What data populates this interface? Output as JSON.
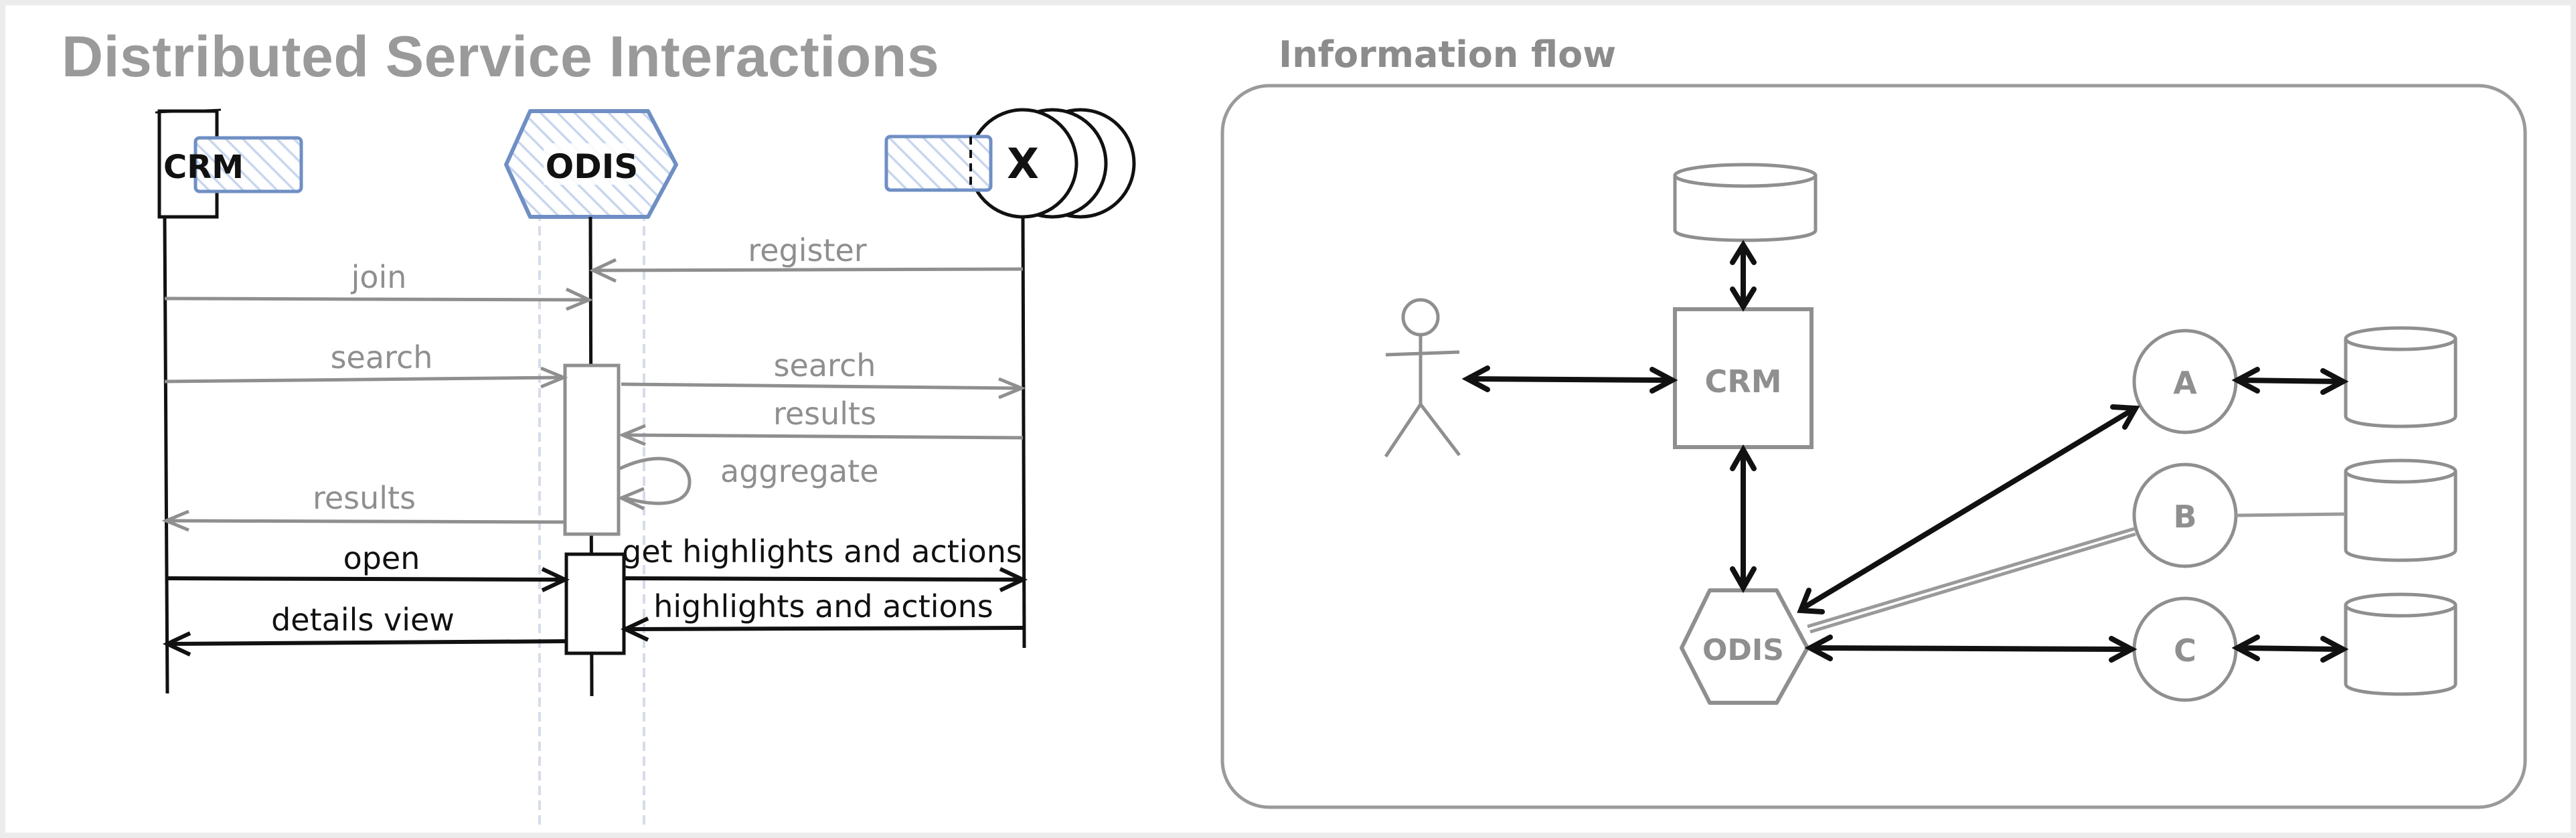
{
  "titles": {
    "main": "Distributed Service Interactions",
    "flow": "Information flow"
  },
  "colors": {
    "black": "#111111",
    "gray": "#8f8f8f",
    "blue": "#6f8fc4",
    "blue_hatch": "#c9d6ee"
  },
  "sequence": {
    "participants": {
      "crm": "CRM",
      "odis": "ODIS",
      "x": "X"
    },
    "messages": {
      "join": "join",
      "register": "register",
      "search_1": "search",
      "search_2": "search",
      "results_1": "results",
      "aggregate": "aggregate",
      "results_2": "results",
      "open": "open",
      "get_highlights": "get highlights and actions",
      "highlights": "highlights and actions",
      "details_view": "details view"
    }
  },
  "flow": {
    "crm": "CRM",
    "odis": "ODIS",
    "a": "A",
    "b": "B",
    "c": "C"
  }
}
